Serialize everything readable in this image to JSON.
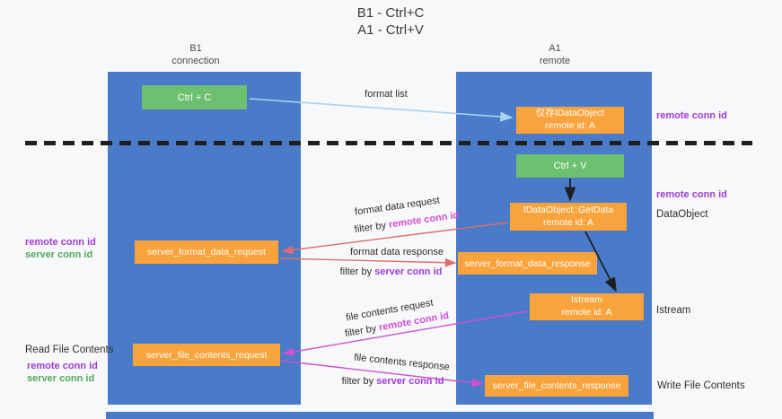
{
  "title": {
    "line1": "B1 - Ctrl+C",
    "line2": "A1 - Ctrl+V"
  },
  "lanes": {
    "left": {
      "name": "B1",
      "subtitle": "connection"
    },
    "right": {
      "name": "A1",
      "subtitle": "remote"
    }
  },
  "boxes": {
    "ctrl_c": {
      "label": "Ctrl + C"
    },
    "ctrl_v": {
      "label": "Ctrl + V"
    },
    "idataobject": {
      "line1": "仅存IDataObject",
      "line2": "remote id: A"
    },
    "getdata": {
      "line1": "IDataObject::GetData",
      "line2": "remote id: A"
    },
    "istream": {
      "line1": "Istream",
      "line2": "remote id: A"
    },
    "format_request": {
      "label": "server_format_data_request"
    },
    "format_response": {
      "label": "server_format_data_response"
    },
    "file_request": {
      "label": "server_file_contents_request"
    },
    "file_response": {
      "label": "server_file_contents_response"
    }
  },
  "arrow_labels": {
    "format_list": "format list",
    "format_data_request": "format data request",
    "format_data_response": "format data response",
    "file_contents_request": "file contents request",
    "file_contents_response": "file contents response",
    "filter_by": "filter by",
    "remote_conn_id": "remote conn id",
    "server_conn_id": "server conn id"
  },
  "side_labels": {
    "right_remote_conn_id_top": "remote conn id",
    "right_remote_conn_id_mid": "remote conn id",
    "dataobject": "DataObject",
    "istream": "Istream",
    "write_file_contents": "Write File Contents",
    "read_file_contents": "Read File Contents",
    "left_remote_conn_id_1": "remote conn id",
    "left_server_conn_id_1": "server conn id",
    "left_remote_conn_id_2": "remote conn id",
    "left_server_conn_id_2": "server conn id"
  },
  "colors": {
    "lane_blue": "#4a7bc8",
    "box_green": "#6ec071",
    "box_orange": "#f9a33c",
    "purple_text": "#a23bd6",
    "green_text": "#52a85a",
    "magenta_text": "#d24fd2",
    "red_arrow": "#e06c6c",
    "magenta_arrow": "#d24fd2",
    "light_blue_arrow": "#a9d3ee",
    "black_arrow": "#1f1f1f"
  }
}
